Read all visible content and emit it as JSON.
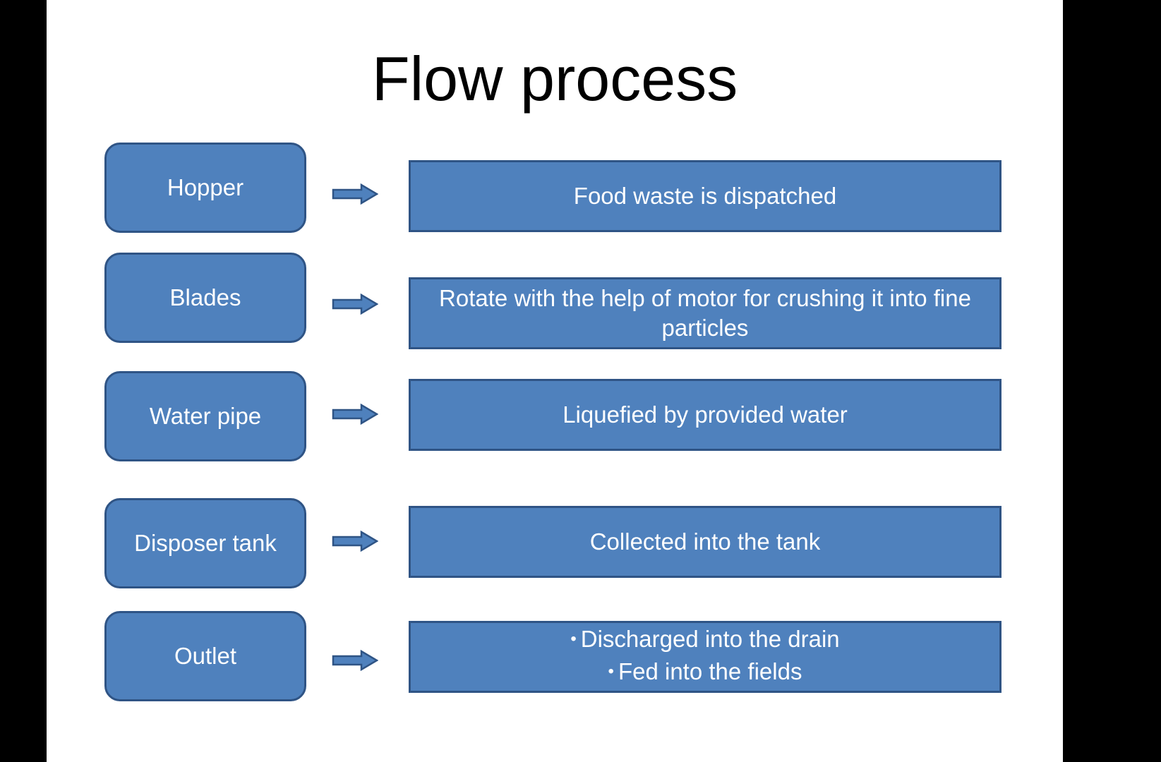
{
  "slide": {
    "title": "Flow process"
  },
  "colors": {
    "box_fill": "#4f81bd",
    "box_border": "#2f5485",
    "text": "#ffffff",
    "background": "#ffffff"
  },
  "flow": {
    "rows": [
      {
        "stage": "Hopper",
        "description": "Food waste is dispatched"
      },
      {
        "stage": "Blades",
        "description": "Rotate with the help of motor for crushing it into fine particles"
      },
      {
        "stage": "Water pipe",
        "description": "Liquefied by provided water"
      },
      {
        "stage": "Disposer tank",
        "description": "Collected into the tank"
      },
      {
        "stage": "Outlet",
        "bullets": [
          "Discharged into the drain",
          "Fed into the fields"
        ]
      }
    ],
    "arrow_icon": "right-arrow-icon"
  }
}
